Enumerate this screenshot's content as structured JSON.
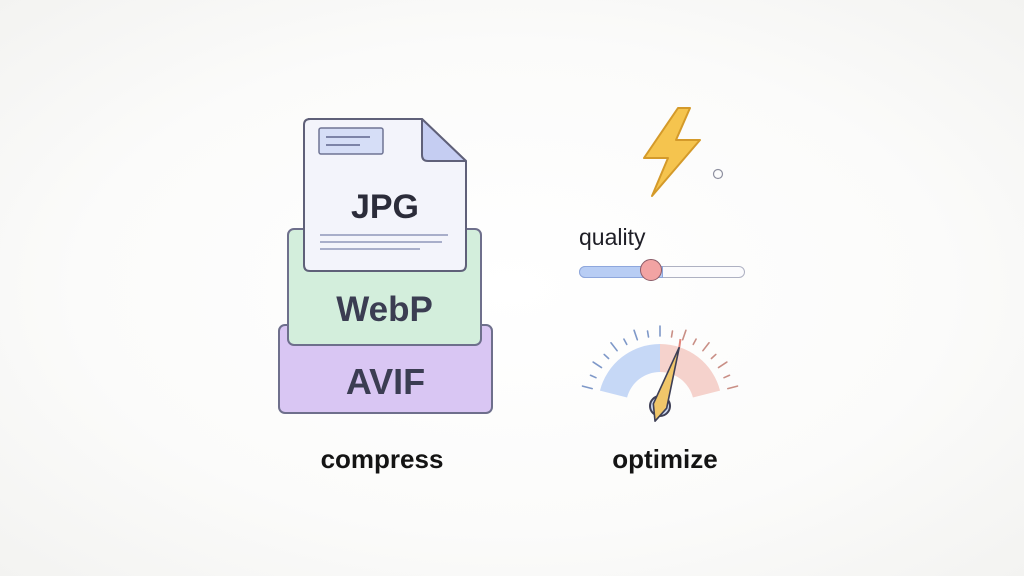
{
  "formats": {
    "top": "JPG",
    "middle": "WebP",
    "bottom": "AVIF"
  },
  "captions": {
    "left": "compress",
    "right": "optimize"
  },
  "quality": {
    "label": "quality",
    "value_fraction": 0.5
  },
  "gauge": {
    "needle_fraction": 0.62
  },
  "icons": {
    "bolt": "lightning-bolt-icon",
    "gauge": "speedometer-icon",
    "document": "document-icon"
  },
  "colors": {
    "jpg_doc": "#f3f4fb",
    "webp_card": "#d3eedc",
    "avif_card": "#d9c6f3",
    "bolt": "#f5c44e",
    "slider_fill": "#b8cdf4",
    "slider_thumb": "#f2a3a3",
    "gauge_left": "#c6d8f6",
    "gauge_right": "#f5d2cc"
  }
}
